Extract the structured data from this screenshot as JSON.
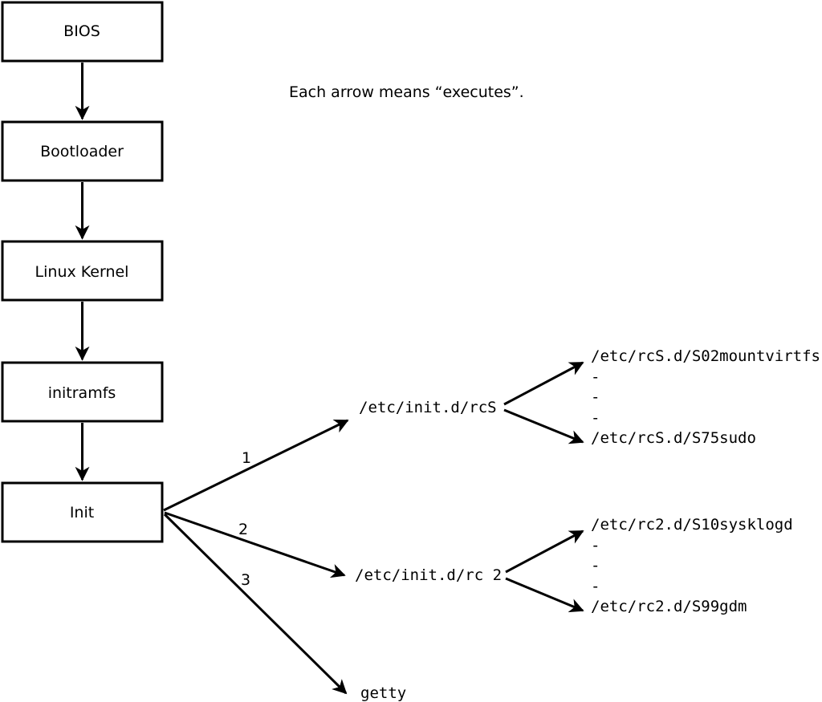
{
  "caption": "Each arrow means “executes”.",
  "boxes": [
    {
      "label": "BIOS"
    },
    {
      "label": "Bootloader"
    },
    {
      "label": "Linux Kernel"
    },
    {
      "label": "initramfs"
    },
    {
      "label": "Init"
    }
  ],
  "init_arrows": {
    "labels": [
      "1",
      "2",
      "3"
    ]
  },
  "targets": {
    "rcS": {
      "label": "/etc/init.d/rcS",
      "children": [
        "/etc/rcS.d/S02mountvirtfs",
        "-",
        "-",
        "-",
        "/etc/rcS.d/S75sudo"
      ]
    },
    "rc2": {
      "label": "/etc/init.d/rc 2",
      "children": [
        "/etc/rc2.d/S10sysklogd",
        "-",
        "-",
        "-",
        "/etc/rc2.d/S99gdm"
      ]
    },
    "getty": {
      "label": "getty"
    }
  },
  "colors": {
    "stroke": "#000000",
    "background": "#ffffff"
  }
}
